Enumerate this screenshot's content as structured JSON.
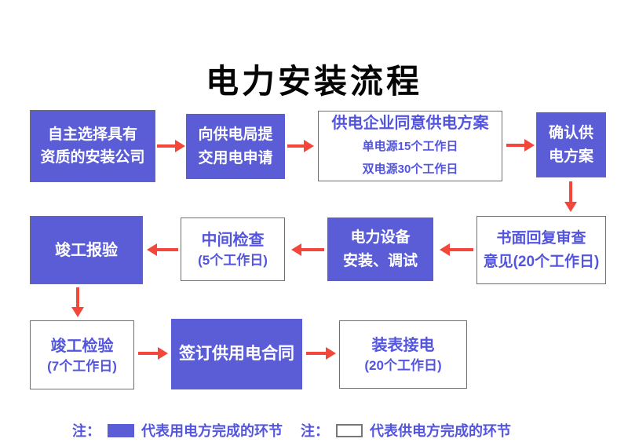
{
  "title": "电力安装流程",
  "colors": {
    "box_purple": "#5a5dd6",
    "text_purple": "#5355de",
    "arrow_red": "#f4473b",
    "border_gray": "#6f6f6f",
    "title_black": "#050505"
  },
  "nodes": {
    "choose_company": {
      "lines": [
        "自主选择具有",
        "资质的安装公司"
      ]
    },
    "submit_application": {
      "lines": [
        "向供电局提",
        "交用电申请"
      ]
    },
    "utility_approval": {
      "lines": [
        "供电企业同意供电方案",
        "单电源15个工作日",
        "双电源30个工作日"
      ]
    },
    "confirm_plan": {
      "lines": [
        "确认供",
        "电方案"
      ]
    },
    "written_reply": {
      "lines": [
        "书面回复审查",
        "意见(20个工作日)"
      ]
    },
    "equipment_install": {
      "lines": [
        "电力设备",
        "安装、调试"
      ]
    },
    "interim_inspection": {
      "lines": [
        "中间检查",
        "(5个工作日)"
      ]
    },
    "completion_report": {
      "lines": [
        "竣工报验"
      ]
    },
    "completion_inspection": {
      "lines": [
        "竣工检验",
        "(7个工作日)"
      ]
    },
    "sign_contract": {
      "lines": [
        "签订供用电合同"
      ]
    },
    "meter_connection": {
      "lines": [
        "装表接电",
        "(20个工作日)"
      ]
    }
  },
  "legend": {
    "user_side": {
      "note": "注：",
      "label": "代表用电方完成的环节"
    },
    "supplier_side": {
      "note": "注：",
      "label": "代表供电方完成的环节"
    }
  }
}
